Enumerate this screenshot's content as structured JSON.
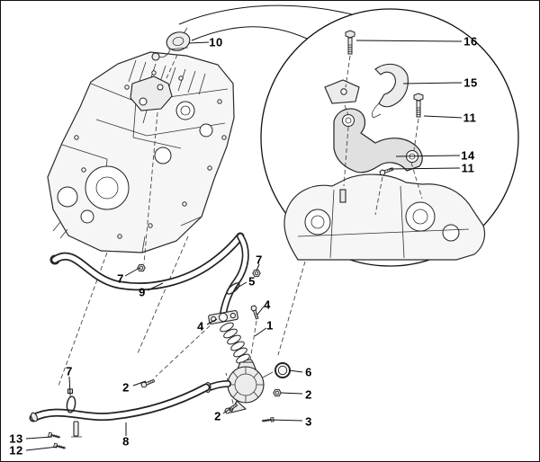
{
  "figure": {
    "kind": "exploded-parts-diagram",
    "background_color": "#ffffff",
    "line_color": "#111111"
  },
  "callouts": [
    {
      "label": "10"
    },
    {
      "label": "16"
    },
    {
      "label": "15"
    },
    {
      "label": "11"
    },
    {
      "label": "14"
    },
    {
      "label": "11"
    },
    {
      "label": "7"
    },
    {
      "label": "7"
    },
    {
      "label": "9"
    },
    {
      "label": "5"
    },
    {
      "label": "4"
    },
    {
      "label": "4"
    },
    {
      "label": "1"
    },
    {
      "label": "6"
    },
    {
      "label": "2"
    },
    {
      "label": "2"
    },
    {
      "label": "2"
    },
    {
      "label": "3"
    },
    {
      "label": "7"
    },
    {
      "label": "8"
    },
    {
      "label": "13"
    },
    {
      "label": "12"
    }
  ]
}
